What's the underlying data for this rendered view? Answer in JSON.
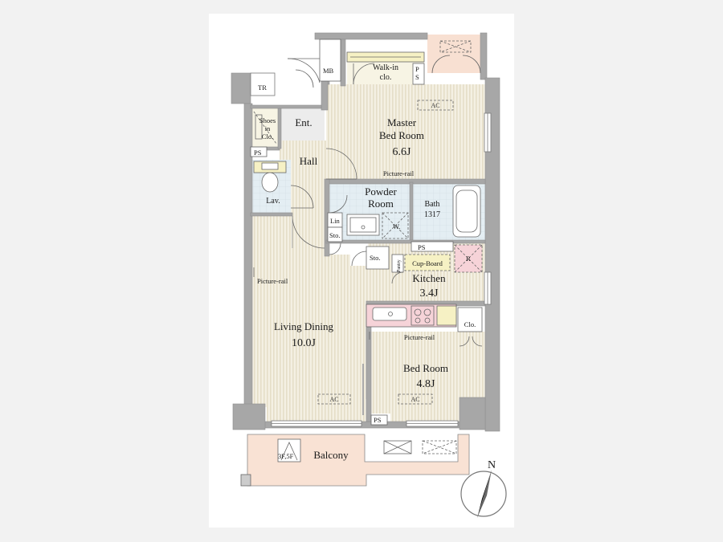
{
  "rooms": {
    "master": {
      "name_line1": "Master",
      "name_line2": "Bed Room",
      "area": "6.6J"
    },
    "walkin": {
      "name_line1": "Walk-in",
      "name_line2": "clo."
    },
    "powder": {
      "name_line1": "Powder",
      "name_line2": "Room"
    },
    "bath": {
      "name": "Bath",
      "size": "1317"
    },
    "kitchen": {
      "name": "Kitchen",
      "area": "3.4J"
    },
    "living": {
      "name": "Living Dining",
      "area": "10.0J"
    },
    "bedroom": {
      "name": "Bed Room",
      "area": "4.8J"
    },
    "balcony": {
      "name": "Balcony"
    },
    "hall": {
      "name": "Hall"
    },
    "entrance": {
      "name": "Ent."
    },
    "lavatory": {
      "name": "Lav."
    },
    "shoes": {
      "line1": "Shoes",
      "line2": "in",
      "line3": "Clo."
    }
  },
  "labels": {
    "tr": "TR",
    "mb": "MB",
    "ps": "PS",
    "ps_top_p": "P",
    "ps_top_s": "S",
    "ac": "AC",
    "picture_rail": "Picture-rail",
    "lin": "Lin",
    "sto": "Sto.",
    "w": "W.",
    "pantry": "Pantry",
    "cupboard": "Cup-Board",
    "r": "R",
    "clo": "Clo.",
    "stairs": "3F,5F",
    "north": "N"
  },
  "colors": {
    "wall": "#a7a7a7",
    "floor_wood": "#f3efe2",
    "floor_stripe": "#e4ddc6",
    "tile_blue": "#e3edf2",
    "balcony": "#f8e0d2",
    "yellow_fix": "#f8f4c8",
    "pink": "#f6d3d8",
    "line": "#555555"
  }
}
